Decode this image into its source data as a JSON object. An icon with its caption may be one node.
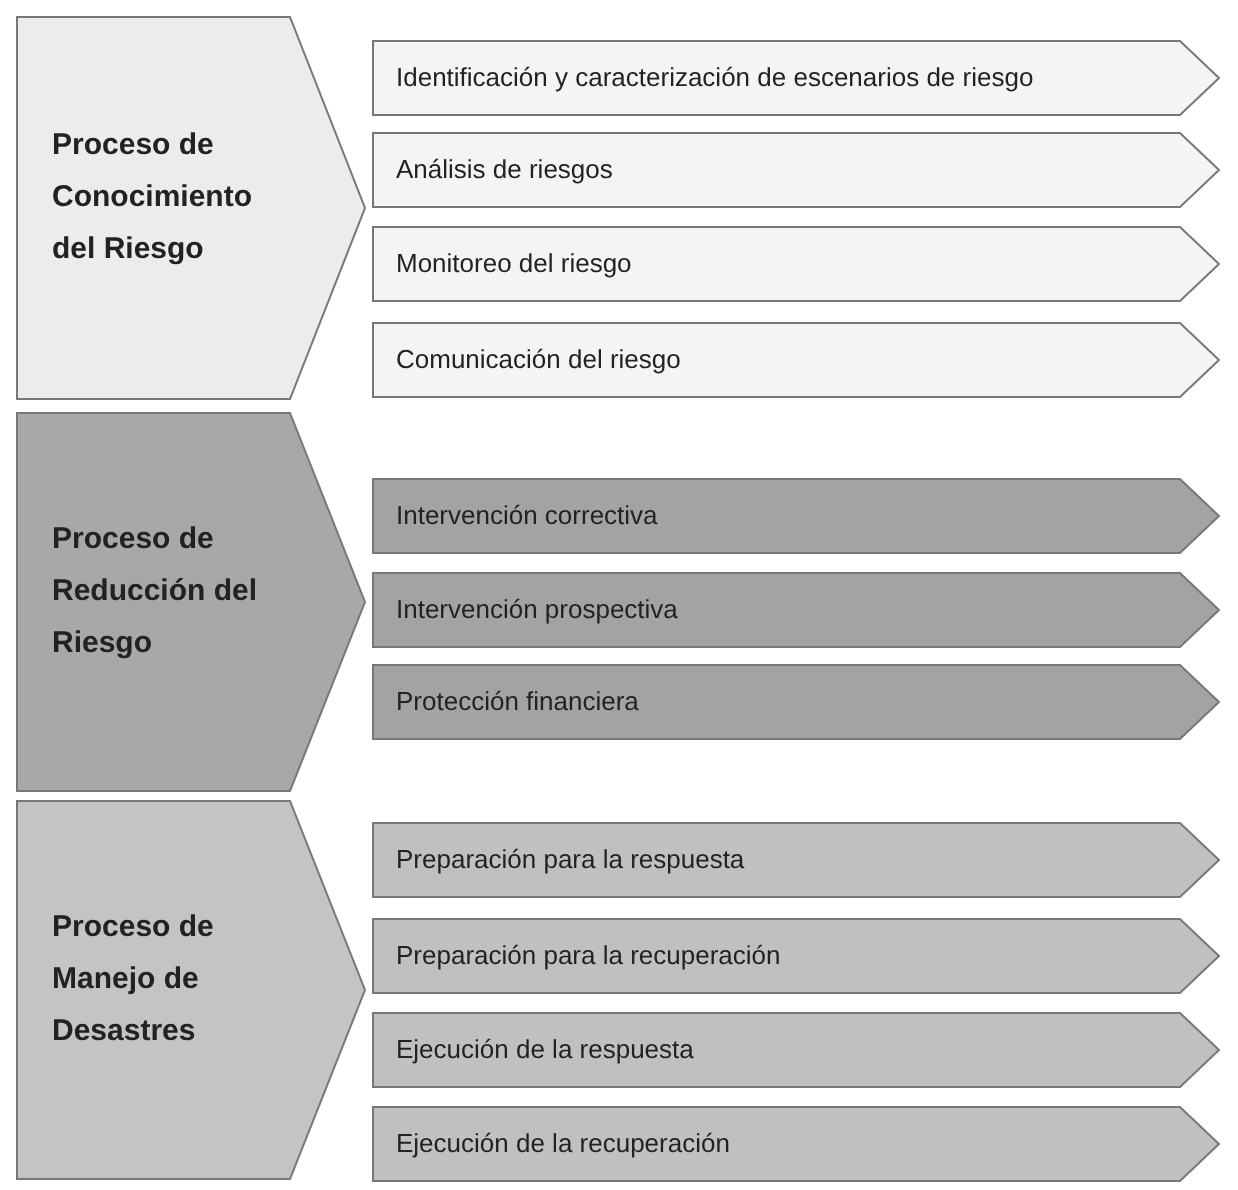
{
  "diagram": {
    "nodes": [
      {
        "text": [
          "Proceso de Conocimiento del Riesgo"
        ]
      },
      {
        "text": [
          "Identificación y caracterización de escenarios de riesgo"
        ]
      },
      {
        "text": [
          "Análisis de riesgos"
        ]
      },
      {
        "text": [
          "Monitoreo del riesgo"
        ]
      },
      {
        "text": [
          "Comunicación del riesgo"
        ]
      },
      {
        "text": [
          "Proceso de Reducción del Riesgo"
        ]
      },
      {
        "text": [
          "Intervención correctiva"
        ]
      },
      {
        "text": [
          "Intervención prospectiva"
        ]
      },
      {
        "text": [
          "Protección financiera"
        ]
      },
      {
        "text": [
          "Proceso de Manejo de Desastres"
        ]
      },
      {
        "text": [
          "Preparación para la respuesta"
        ]
      },
      {
        "text": [
          "Preparación para la recuperación"
        ]
      },
      {
        "text": [
          "Ejecución de la respuesta"
        ]
      },
      {
        "text": [
          "Ejecución de la recuperación"
        ]
      }
    ]
  }
}
